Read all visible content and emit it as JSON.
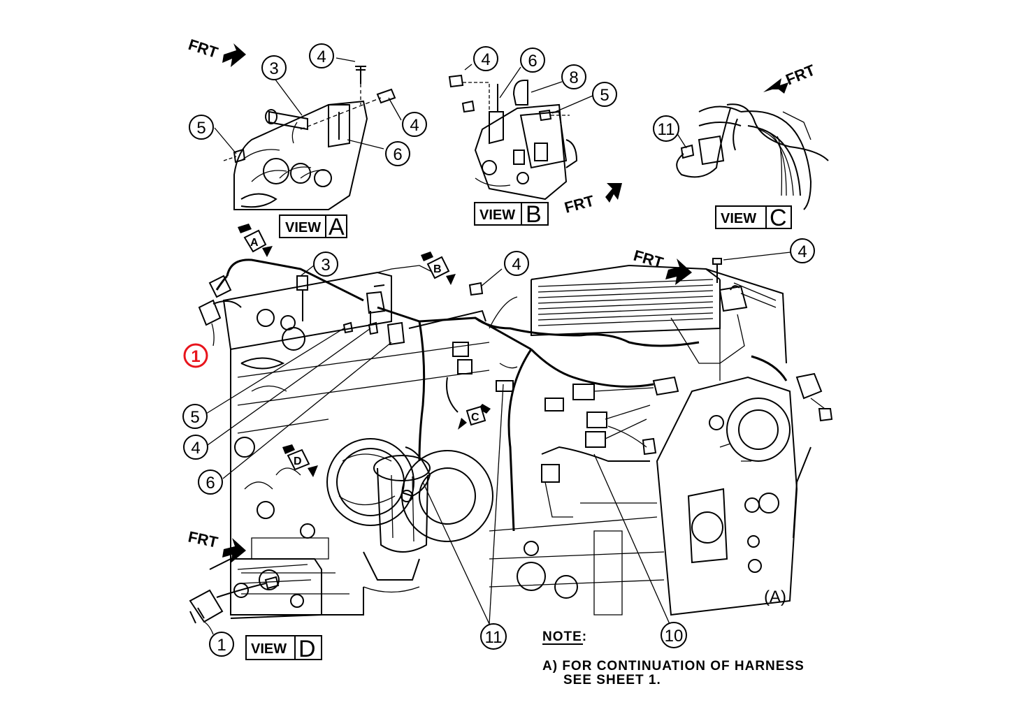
{
  "colors": {
    "ink": "#000000",
    "highlight": "#e8141c",
    "background": "#ffffff"
  },
  "views": [
    {
      "id": "A",
      "word": "VIEW",
      "letter": "A"
    },
    {
      "id": "B",
      "word": "VIEW",
      "letter": "B"
    },
    {
      "id": "C",
      "word": "VIEW",
      "letter": "C"
    },
    {
      "id": "D",
      "word": "VIEW",
      "letter": "D"
    }
  ],
  "frt_label": "FRT",
  "view_markers": [
    "A",
    "B",
    "C",
    "D"
  ],
  "callouts": {
    "a3": "3",
    "a4top": "4",
    "a4r": "4",
    "a5": "5",
    "a6": "6",
    "b4": "4",
    "b6": "6",
    "b8": "8",
    "b5": "5",
    "c11": "11",
    "m3": "3",
    "m4": "4",
    "m4r": "4",
    "m1": "1",
    "m5": "5",
    "m4l": "4",
    "m6": "6",
    "m11": "11",
    "m10": "10",
    "d1": "1"
  },
  "detail_label": "(A)",
  "note": {
    "heading": "NOTE:",
    "line1": "A) FOR CONTINUATION OF HARNESS",
    "line2": "SEE SHEET 1."
  }
}
